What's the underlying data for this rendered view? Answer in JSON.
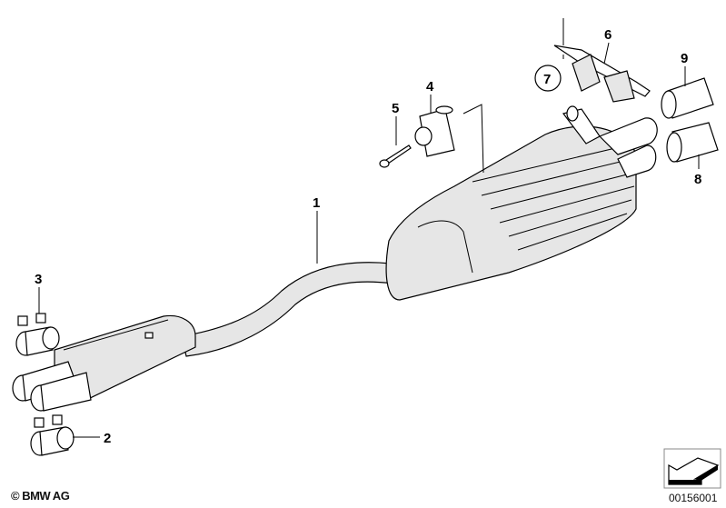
{
  "diagram": {
    "callouts": [
      "1",
      "2",
      "3",
      "4",
      "5",
      "6",
      "7",
      "8",
      "9"
    ],
    "copyright": "© BMW AG",
    "image_code": "00156001",
    "icon": "direction-arrow-icon"
  }
}
